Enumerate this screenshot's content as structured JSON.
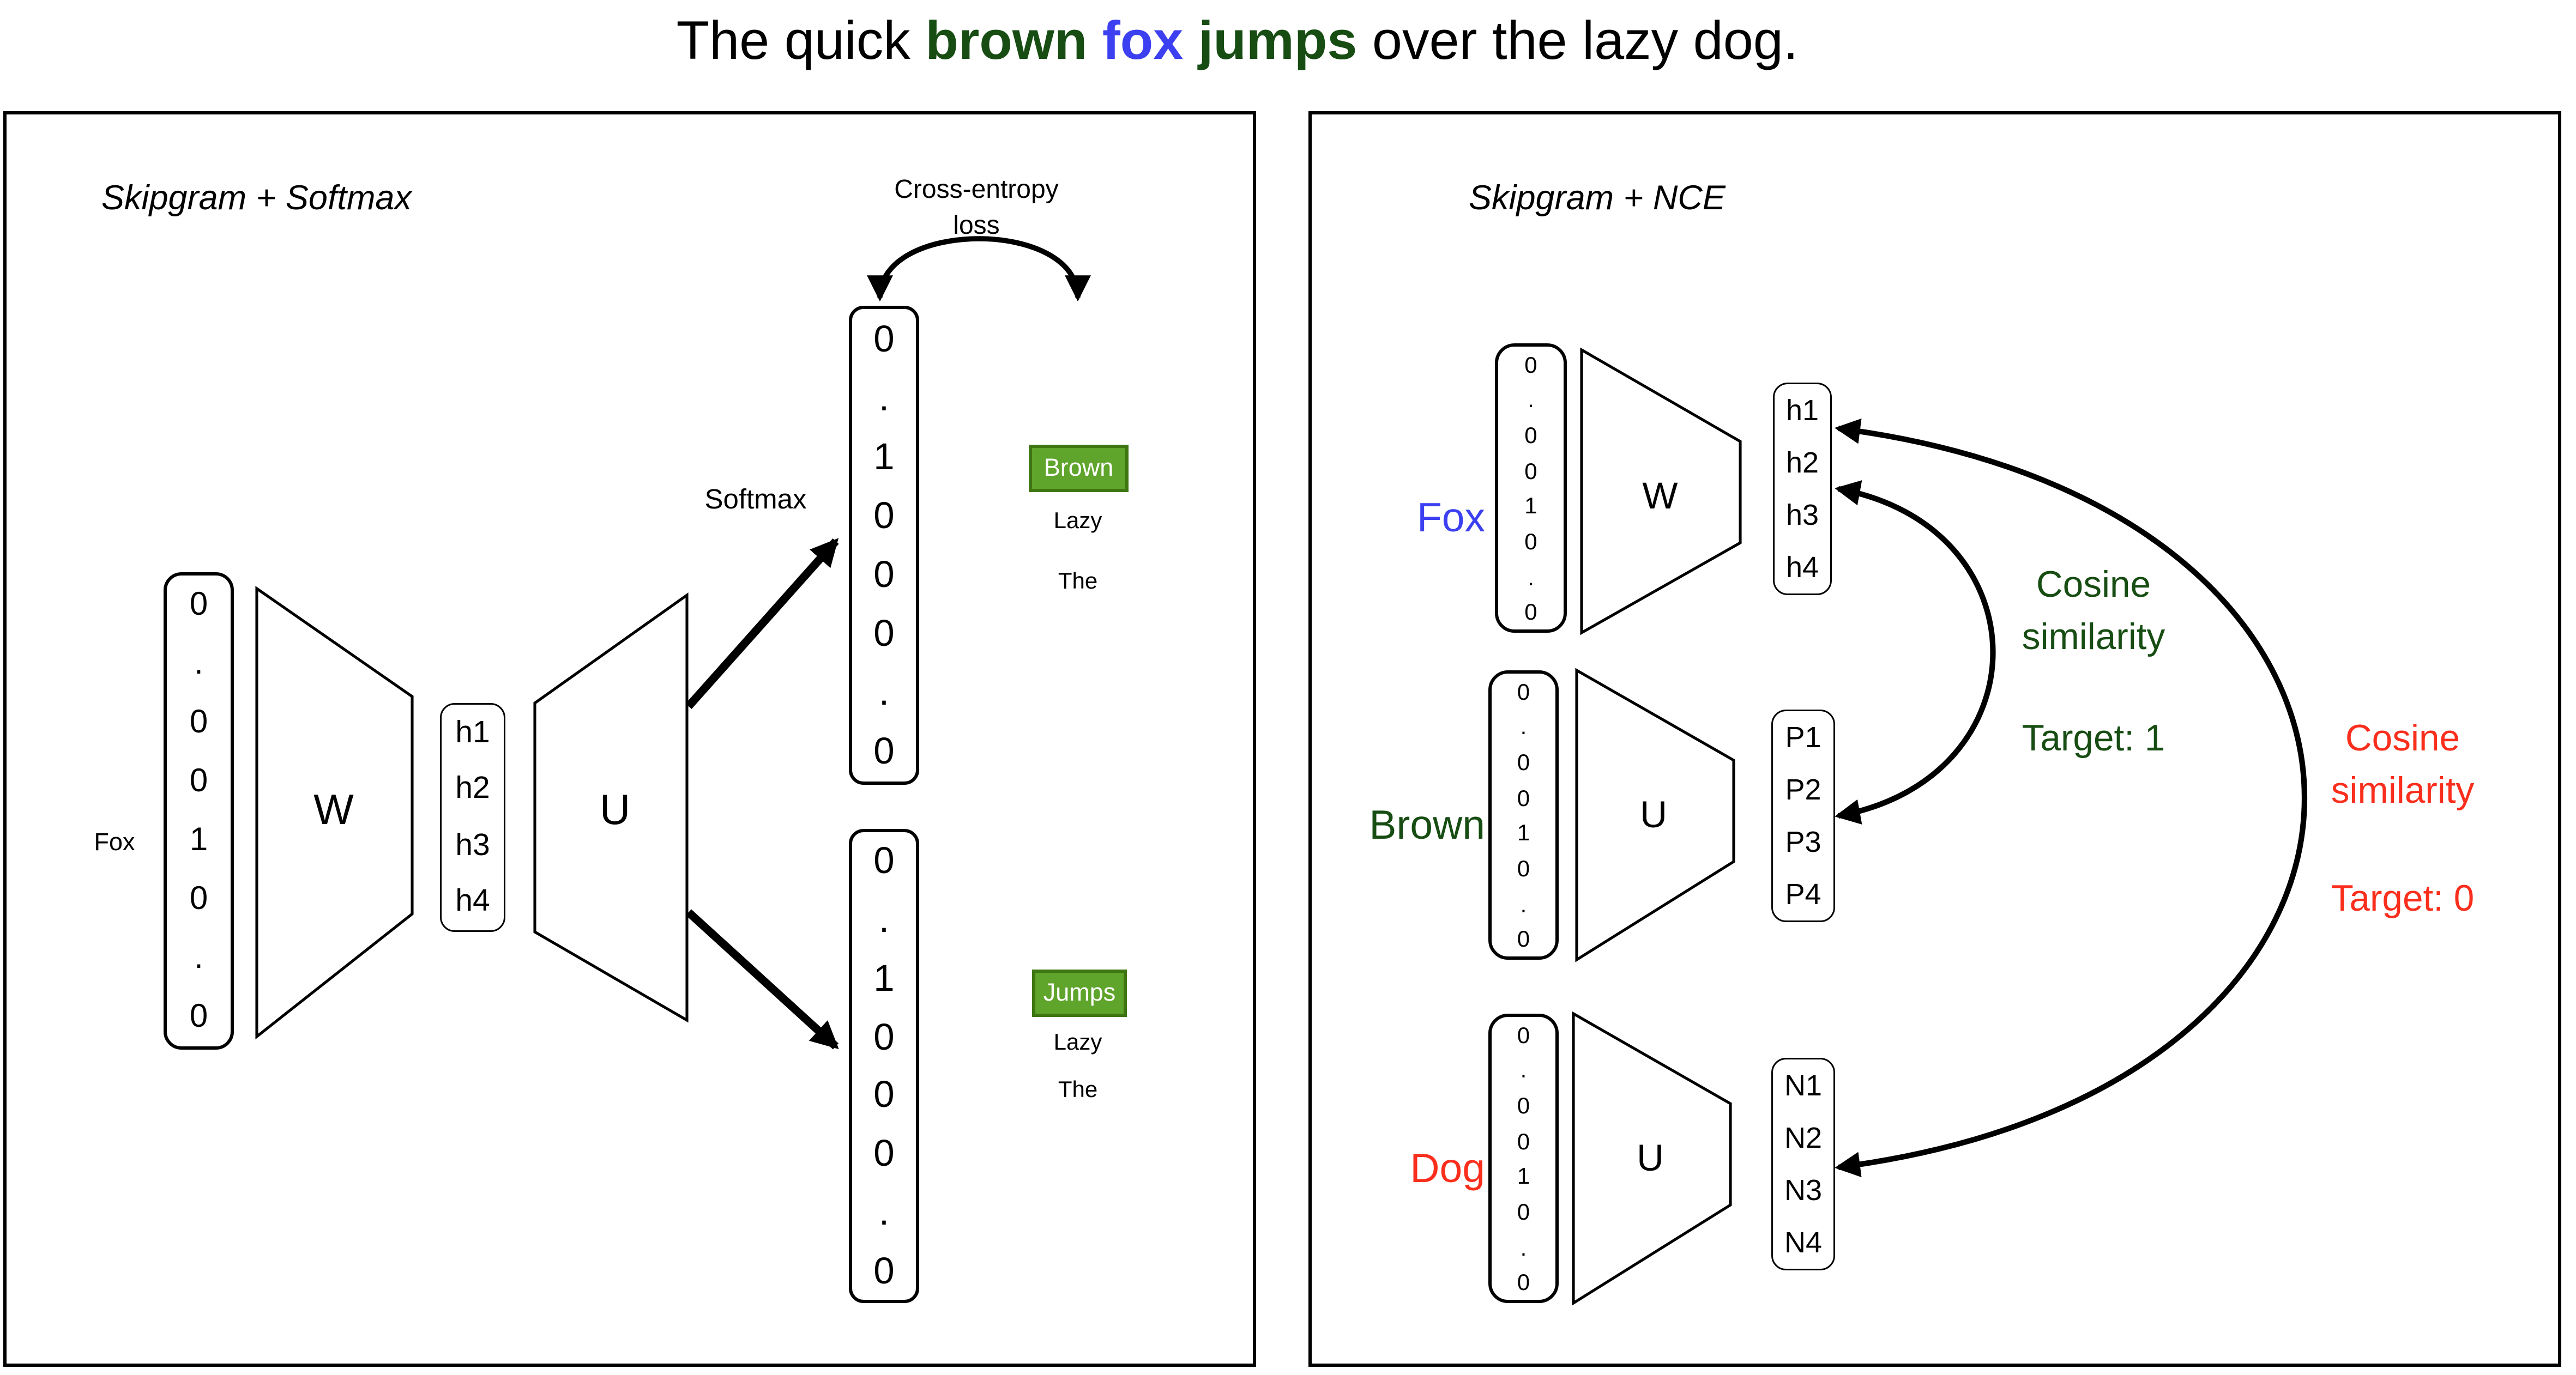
{
  "title": {
    "parts": [
      {
        "text": "The quick "
      },
      {
        "text": "brown "
      },
      {
        "text": "fox "
      },
      {
        "text": "jumps "
      },
      {
        "text": "over the lazy dog."
      }
    ]
  },
  "left": {
    "header": "Skipgram + Softmax",
    "input_word": "Fox",
    "input_vector": [
      "0",
      ".",
      "0",
      "0",
      "1",
      "0",
      ".",
      "0"
    ],
    "w_label": "W",
    "hidden_units": [
      "h1",
      "h2",
      "h3",
      "h4"
    ],
    "u_label": "U",
    "softmax_label": "Softmax",
    "loss_line1": "Cross-entropy",
    "loss_line2": "loss",
    "output_top": [
      "0",
      ".",
      "1",
      "0",
      "0",
      "0",
      ".",
      "0"
    ],
    "output_bottom": [
      "0",
      ".",
      "1",
      "0",
      "0",
      "0",
      ".",
      "0"
    ],
    "target_top": "Brown",
    "context_top": [
      "Lazy",
      "The"
    ],
    "target_bottom": "Jumps",
    "context_bottom": [
      "Lazy",
      "The"
    ]
  },
  "right": {
    "header": "Skipgram + NCE",
    "rows": [
      {
        "word": "Fox",
        "vector": [
          "0",
          ".",
          "0",
          "0",
          "1",
          "0",
          ".",
          "0"
        ],
        "matrix": "W",
        "units": [
          "h1",
          "h2",
          "h3",
          "h4"
        ]
      },
      {
        "word": "Brown",
        "vector": [
          "0",
          ".",
          "0",
          "0",
          "1",
          "0",
          ".",
          "0"
        ],
        "matrix": "U",
        "units": [
          "P1",
          "P2",
          "P3",
          "P4"
        ]
      },
      {
        "word": "Dog",
        "vector": [
          "0",
          ".",
          "0",
          "0",
          "1",
          "0",
          ".",
          "0"
        ],
        "matrix": "U",
        "units": [
          "N1",
          "N2",
          "N3",
          "N4"
        ]
      }
    ],
    "positive": {
      "line1": "Cosine",
      "line2": "similarity",
      "target": "Target: 1"
    },
    "negative": {
      "line1": "Cosine",
      "line2": "similarity",
      "target": "Target: 0"
    }
  },
  "colors": {
    "ink": "#000000",
    "green": "#174d13",
    "blue": "#3c40f0",
    "red": "#fa2e1c",
    "box-green": "#5fa42b",
    "box-green-border": "#3e7612",
    "paper": "#ffffff"
  }
}
